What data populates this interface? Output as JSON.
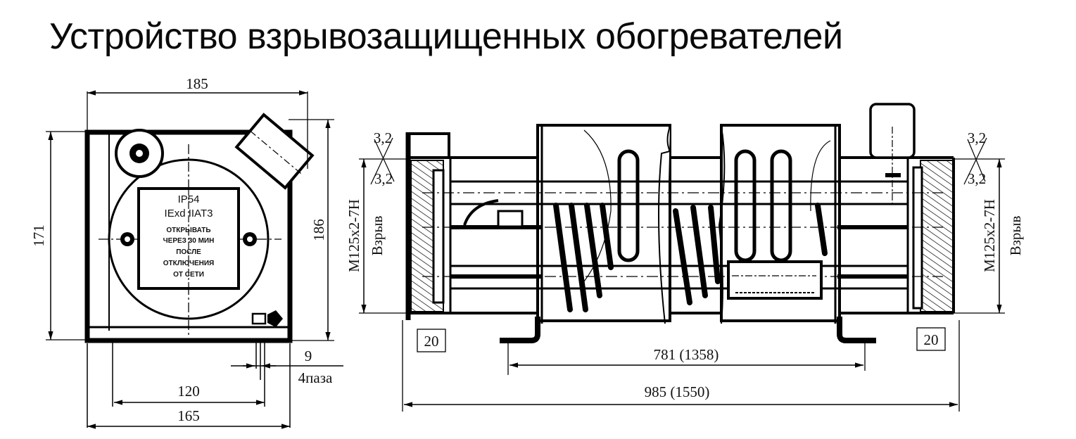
{
  "title": "Устройство взрывозащищенных обогревателей",
  "front_view": {
    "dims": {
      "width_top": "185",
      "height_left": "171",
      "height_right": "186",
      "inner_bottom": "120",
      "outer_bottom": "165",
      "hole_dia": "9",
      "hole_count": "4паза"
    },
    "nameplate": {
      "line1": "IP54",
      "line2": "IExd IIAT3",
      "line3": "ОТКРЫВАТЬ",
      "line4": "ЧЕРЕЗ 30 МИН",
      "line5": "ПОСЛЕ",
      "line6": "ОТКЛЮЧЕНИЯ",
      "line7": "ОТ СЕТИ"
    }
  },
  "side_view": {
    "dims": {
      "left_thread": "М125х2-7Н",
      "left_note": "Взрыв",
      "right_thread": "М125х2-7Н",
      "right_note": "Взрыв",
      "roughness_top_left": "3,2",
      "roughness_bottom_left": "3,2",
      "roughness_top_right": "3,2",
      "roughness_bottom_right": "3,2",
      "left_flange": "20",
      "right_flange": "20",
      "mount_spacing": "781 (1358)",
      "overall_length": "985 (1550)"
    }
  }
}
